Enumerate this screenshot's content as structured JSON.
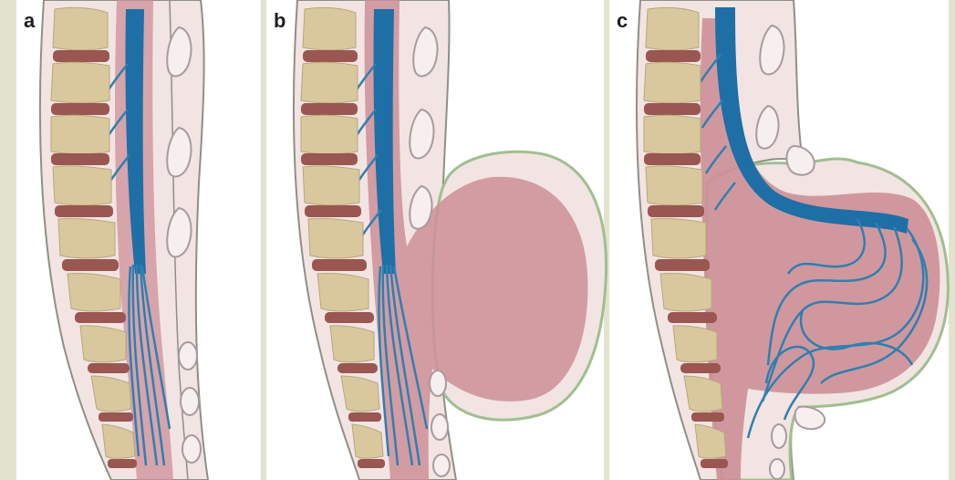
{
  "panels": [
    {
      "id": "a",
      "label": "a",
      "type": "normal"
    },
    {
      "id": "b",
      "label": "b",
      "type": "meningocele"
    },
    {
      "id": "c",
      "label": "c",
      "type": "myelomeningocele"
    }
  ],
  "colors": {
    "background": "#e3e2cf",
    "panel_background": "#ffffff",
    "tissue": "#f2e4e2",
    "tissue_outline": "#8f8f86",
    "vertebra": "#d9c89e",
    "vertebra_shade": "#c8b487",
    "disc": "#9a5650",
    "spinal_cord": "#1e6fa6",
    "nerve": "#2f7fb0",
    "meninges": "#cc8f97",
    "sac_outline": "#9fbf8f",
    "organ_outline": "#a89aa0"
  }
}
